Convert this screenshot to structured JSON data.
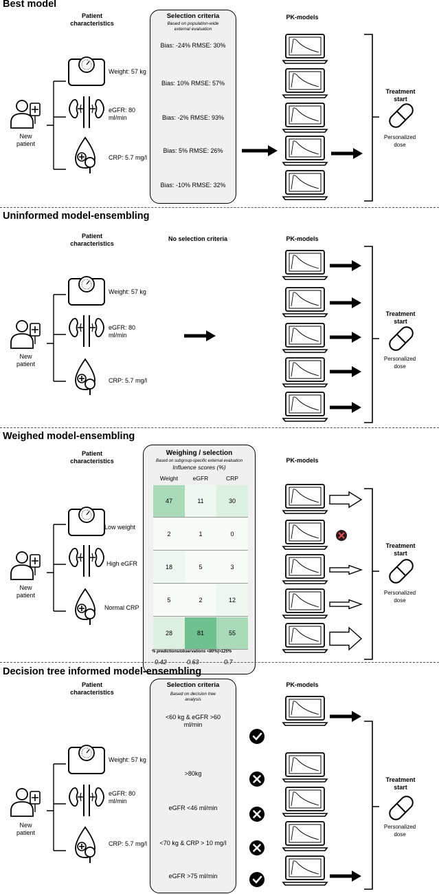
{
  "common": {
    "patient_characteristics": "Patient\ncharacteristics",
    "pk_models": "PK-models",
    "new_patient": "New\npatient",
    "treatment_start": "Treatment\nstart",
    "personalized_dose": "Personalized\ndose",
    "weight": "Weight: 57 kg",
    "egfr": "eGFR: 80\nml/min",
    "crp": "CRP: 5.7 mg/l"
  },
  "panel1": {
    "title": "Best model",
    "box_title": "Selection criteria",
    "box_sub": "Based on population-wide\nexternal evaluation",
    "criteria": [
      "Bias: -24% RMSE: 30%",
      "Bias: 10% RMSE: 57%",
      "Bias: -2% RMSE: 93%",
      "Bias: 5% RMSE: 26%",
      "Bias: -10% RMSE: 32%"
    ]
  },
  "panel2": {
    "title": "Uninformed model-ensembling",
    "no_criteria": "No selection criteria"
  },
  "panel3": {
    "title": "Weighed model-ensembling",
    "box_title": "Weighing / selection",
    "box_sub": "Based on subgroup-specific external evaluation",
    "box_sub2": "Influence scores (%)",
    "columns": [
      "Weight",
      "eGFR",
      "CRP"
    ],
    "rows": [
      [
        47,
        11,
        30
      ],
      [
        2,
        1,
        0
      ],
      [
        18,
        5,
        3
      ],
      [
        5,
        2,
        12
      ],
      [
        28,
        81,
        55
      ]
    ],
    "subgroups": [
      "Low weight",
      "High eGFR",
      "Normal CRP"
    ],
    "footer": "% predictions/observations <80%|>125%",
    "footer_values": [
      "0.42",
      "0.63",
      "0.7"
    ],
    "arrow_weights": [
      3,
      0,
      1,
      1,
      5
    ]
  },
  "panel4": {
    "title": "Decision tree informed model-ensembling",
    "box_title": "Selection criteria",
    "box_sub": "Based on decision tree\nanalysis",
    "criteria": [
      "<60 kg & eGFR >60\nml/min",
      ">80kg",
      "eGFR <46 ml/min",
      "<70 kg & CRP > 10 mg/l",
      "eGFR >75 ml/min"
    ],
    "decisions": [
      "check",
      "cross",
      "cross",
      "cross",
      "check"
    ]
  },
  "colors": {
    "green_dark": "#6fc18f",
    "green_mid": "#a9dbb9",
    "green_light": "#dcf0e2",
    "green_pale": "#eef8f1",
    "cross_fill": "#2b1a1a"
  }
}
